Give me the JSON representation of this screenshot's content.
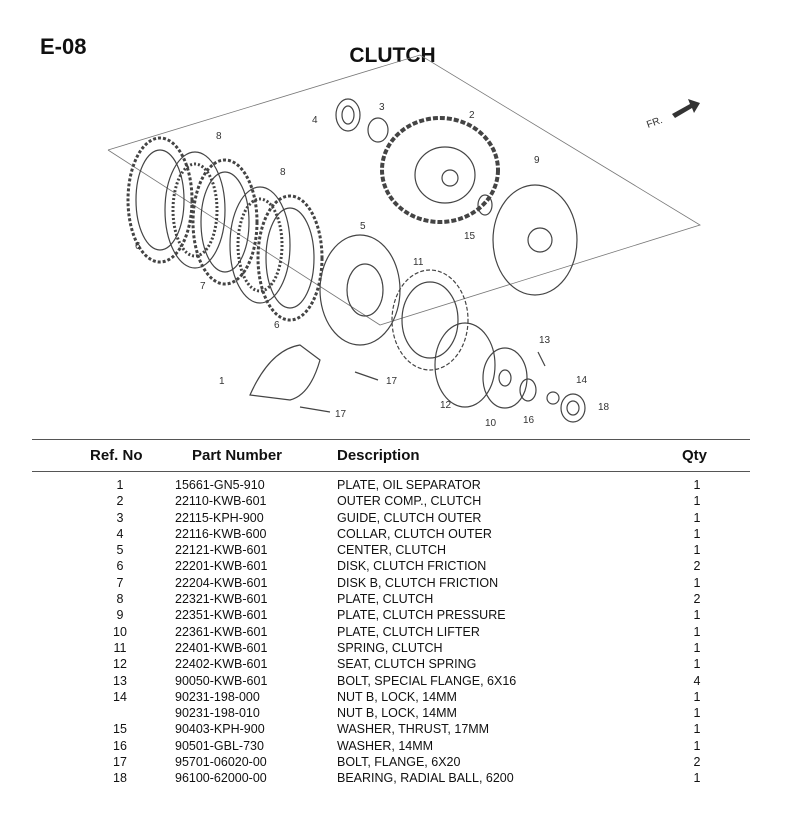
{
  "page": {
    "code": "E-08",
    "title": "CLUTCH"
  },
  "diagram": {
    "front_label": "FR.",
    "callouts": [
      "4",
      "3",
      "2",
      "8",
      "8",
      "9",
      "6",
      "5",
      "11",
      "15",
      "7",
      "6",
      "13",
      "14",
      "1",
      "17",
      "18",
      "12",
      "17",
      "16",
      "10"
    ]
  },
  "table": {
    "headers": {
      "ref": "Ref. No",
      "part": "Part Number",
      "desc": "Description",
      "qty": "Qty"
    },
    "rows": [
      {
        "ref": "1",
        "part": "15661-GN5-910",
        "desc": "PLATE, OIL SEPARATOR",
        "qty": "1"
      },
      {
        "ref": "2",
        "part": "22110-KWB-601",
        "desc": "OUTER COMP., CLUTCH",
        "qty": "1"
      },
      {
        "ref": "3",
        "part": "22115-KPH-900",
        "desc": "GUIDE, CLUTCH OUTER",
        "qty": "1"
      },
      {
        "ref": "4",
        "part": "22116-KWB-600",
        "desc": "COLLAR, CLUTCH OUTER",
        "qty": "1"
      },
      {
        "ref": "5",
        "part": "22121-KWB-601",
        "desc": "CENTER, CLUTCH",
        "qty": "1"
      },
      {
        "ref": "6",
        "part": "22201-KWB-601",
        "desc": "DISK, CLUTCH FRICTION",
        "qty": "2"
      },
      {
        "ref": "7",
        "part": "22204-KWB-601",
        "desc": "DISK B, CLUTCH FRICTION",
        "qty": "1"
      },
      {
        "ref": "8",
        "part": "22321-KWB-601",
        "desc": "PLATE, CLUTCH",
        "qty": "2"
      },
      {
        "ref": "9",
        "part": "22351-KWB-601",
        "desc": "PLATE, CLUTCH PRESSURE",
        "qty": "1"
      },
      {
        "ref": "10",
        "part": "22361-KWB-601",
        "desc": "PLATE, CLUTCH LIFTER",
        "qty": "1"
      },
      {
        "ref": "11",
        "part": "22401-KWB-601",
        "desc": "SPRING, CLUTCH",
        "qty": "1"
      },
      {
        "ref": "12",
        "part": "22402-KWB-601",
        "desc": "SEAT, CLUTCH SPRING",
        "qty": "1"
      },
      {
        "ref": "13",
        "part": "90050-KWB-601",
        "desc": "BOLT, SPECIAL FLANGE, 6X16",
        "qty": "4"
      },
      {
        "ref": "14",
        "part": "90231-198-000",
        "desc": "NUT B, LOCK, 14MM",
        "qty": "1"
      },
      {
        "ref": "",
        "part": "90231-198-010",
        "desc": "NUT B, LOCK, 14MM",
        "qty": "1"
      },
      {
        "ref": "15",
        "part": "90403-KPH-900",
        "desc": "WASHER, THRUST, 17MM",
        "qty": "1"
      },
      {
        "ref": "16",
        "part": "90501-GBL-730",
        "desc": "WASHER, 14MM",
        "qty": "1"
      },
      {
        "ref": "17",
        "part": "95701-06020-00",
        "desc": "BOLT, FLANGE, 6X20",
        "qty": "2"
      },
      {
        "ref": "18",
        "part": "96100-62000-00",
        "desc": "BEARING, RADIAL BALL, 6200",
        "qty": "1"
      }
    ]
  }
}
